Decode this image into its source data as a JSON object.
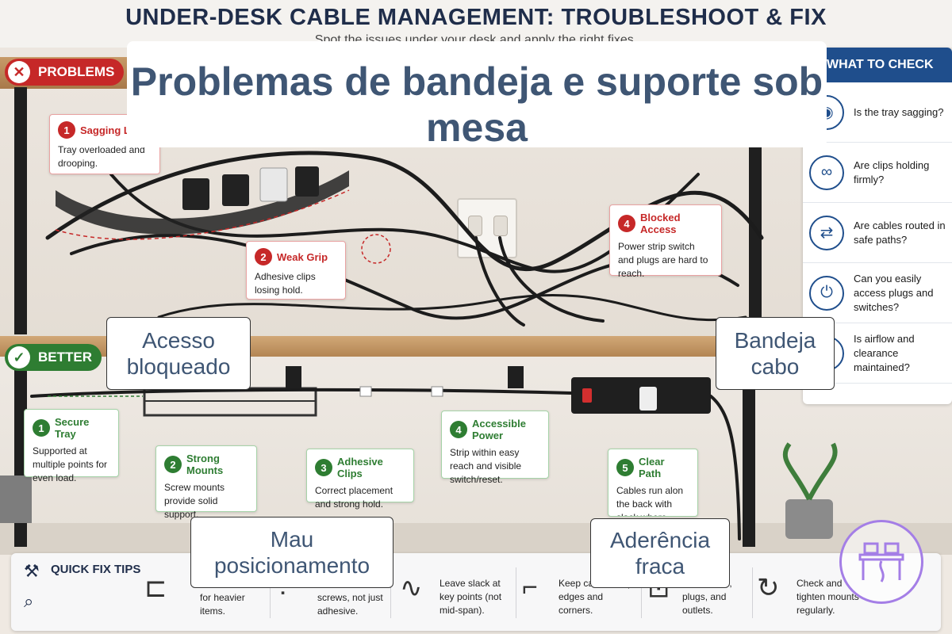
{
  "header": {
    "title": "UNDER-DESK CABLE MANAGEMENT: TROUBLESHOOT & FIX",
    "subtitle": "Spot the issues under your desk and apply the right fixes."
  },
  "problems": {
    "label": "PROBLEMS",
    "items": [
      {
        "num": "1",
        "title": "Sagging Lo",
        "body": "Tray overloaded and drooping."
      },
      {
        "num": "2",
        "title": "Weak Grip",
        "body": "Adhesive clips losing hold."
      },
      {
        "num": "4",
        "title": "Blocked Access",
        "body": "Power strip switch and plugs are hard to reach."
      }
    ]
  },
  "better": {
    "label": "BETTER",
    "items": [
      {
        "num": "1",
        "title": "Secure Tray",
        "body": "Supported at multiple points for even load."
      },
      {
        "num": "2",
        "title": "Strong Mounts",
        "body": "Screw mounts provide solid support."
      },
      {
        "num": "3",
        "title": "Adhesive Clips",
        "body": "Correct placement and strong hold."
      },
      {
        "num": "4",
        "title": "Accessible Power",
        "body": "Strip within easy reach and visible switch/reset."
      },
      {
        "num": "5",
        "title": "Clear Path",
        "body": "Cables run alon the back with slack where"
      }
    ]
  },
  "check_panel": {
    "title": "WHAT TO CHECK",
    "items": [
      {
        "icon": "eye-icon",
        "glyph": "◉",
        "text": "Is the tray sagging?"
      },
      {
        "icon": "link-icon",
        "glyph": "∞",
        "text": "Are clips holding firmly?"
      },
      {
        "icon": "path-icon",
        "glyph": "⇄",
        "text": "Are cables routed in safe paths?"
      },
      {
        "icon": "plug-icon",
        "glyph": "⏻",
        "text": "Can you easily access plugs and switches?"
      },
      {
        "icon": "airflow-icon",
        "glyph": "≋",
        "text": "Is airflow and clearance maintained?"
      }
    ]
  },
  "tips": {
    "title": "QUICK FIX TIPS",
    "items": [
      {
        "text": "for heavier items."
      },
      {
        "text": "screws, not just adhesive."
      },
      {
        "text": "Leave slack at key points (not mid-span)."
      },
      {
        "text": "Keep ca off sharp edges and corners."
      },
      {
        "text": "to switches, plugs, and outlets."
      },
      {
        "text": "Check and tighten mounts regularly."
      }
    ]
  },
  "overlays": {
    "banner": "Problemas de bandeja e suporte sob mesa",
    "acesso": "Acesso bloqueado",
    "bandeja": "Bandeja cabo",
    "mau": "Mau posicionamento",
    "aderencia": "Aderência fraca"
  },
  "colors": {
    "problem": "#c62828",
    "better": "#2e7d32",
    "navy": "#1f4e8c",
    "overlay_text": "#3f5674"
  }
}
